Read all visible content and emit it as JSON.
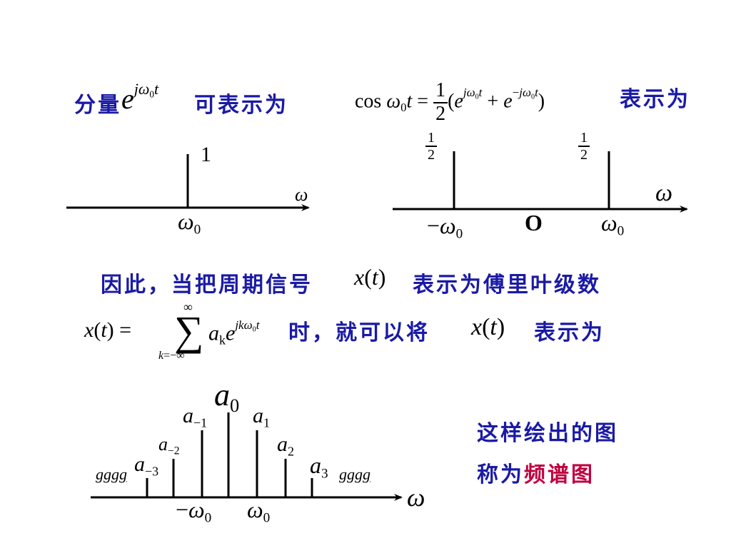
{
  "text": {
    "line1_prefix": "分量",
    "line1_suffix": "可表示为",
    "line1_right_suffix": "表示为",
    "line2": "因此，当把周期信号",
    "line2_suffix": "表示为傅里叶级数",
    "line3_mid": "时，就可以将",
    "line3_suffix": "表示为",
    "caption1": "这样绘出的图",
    "caption2_prefix": "称为",
    "caption2_highlight": "频谱图"
  },
  "labels": {
    "one": "1",
    "half_num": "1",
    "half_den": "2",
    "origin": "O",
    "omega": "ω",
    "omega0": "ω",
    "zero_sub": "0",
    "minus": "−",
    "cos": "cos",
    "ellipsis": "gggg"
  },
  "colors": {
    "text_blue": "#1a1aa6",
    "highlight_red": "#c00040",
    "axis_black": "#000000"
  }
}
